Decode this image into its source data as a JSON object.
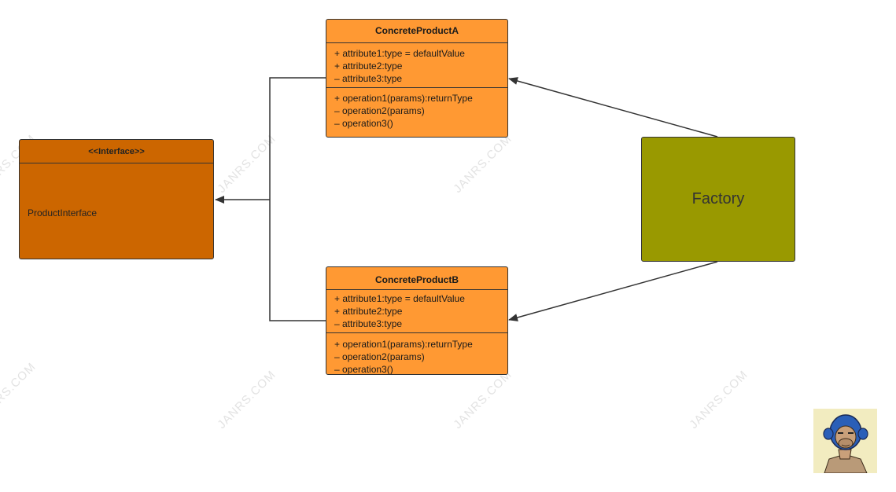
{
  "colors": {
    "product_fill": "#ff9933",
    "interface_fill": "#cc6600",
    "factory_fill": "#999900",
    "stroke": "#333333"
  },
  "watermark": "JANRS.COM",
  "interface": {
    "stereotype": "<<Interface>>",
    "name": "ProductInterface"
  },
  "products": [
    {
      "name": "ConcreteProductA",
      "attributes": [
        "+ attribute1:type = defaultValue",
        "+ attribute2:type",
        "– attribute3:type"
      ],
      "operations": [
        "+ operation1(params):returnType",
        "– operation2(params)",
        "– operation3()"
      ]
    },
    {
      "name": "ConcreteProductB",
      "attributes": [
        "+ attribute1:type = defaultValue",
        "+ attribute2:type",
        "– attribute3:type"
      ],
      "operations": [
        "+ operation1(params):returnType",
        "– operation2(params)",
        "– operation3()"
      ]
    }
  ],
  "factory": {
    "label": "Factory"
  },
  "avatar": {
    "icon": "ape-avatar-icon"
  }
}
